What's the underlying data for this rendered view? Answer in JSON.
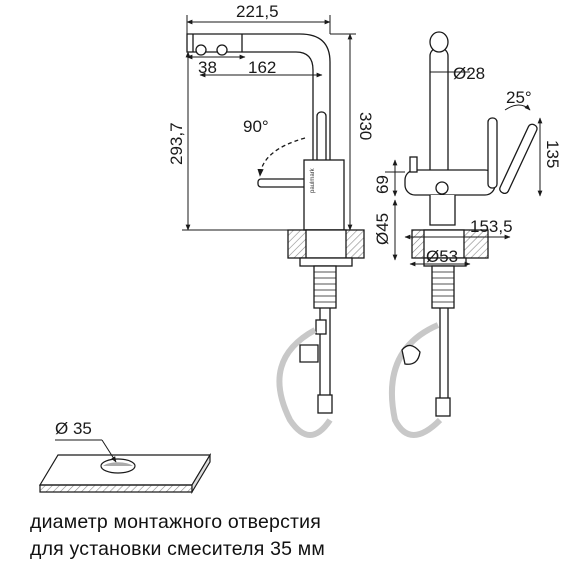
{
  "colors": {
    "line": "#1a1a1a",
    "hose": "#c8c8c8",
    "hatch": "#888888"
  },
  "left_view": {
    "brand_label": "paulmark",
    "dims": {
      "total_reach": "221,5",
      "spray_width": "38",
      "spout_reach": "162",
      "total_height": "330",
      "spout_height": "293,7",
      "handle_angle": "90°"
    }
  },
  "right_view": {
    "dims": {
      "spout_diameter": "Ø28",
      "handle_angle": "25°",
      "handle_height": "135",
      "body_height": "69",
      "body_diameter": "Ø45",
      "body_depth": "153,5",
      "base_diameter": "Ø53"
    }
  },
  "mounting": {
    "hole_label": "Ø 35",
    "caption_line1": "диаметр монтажного отверстия",
    "caption_line2": "для установки смесителя 35 мм"
  }
}
